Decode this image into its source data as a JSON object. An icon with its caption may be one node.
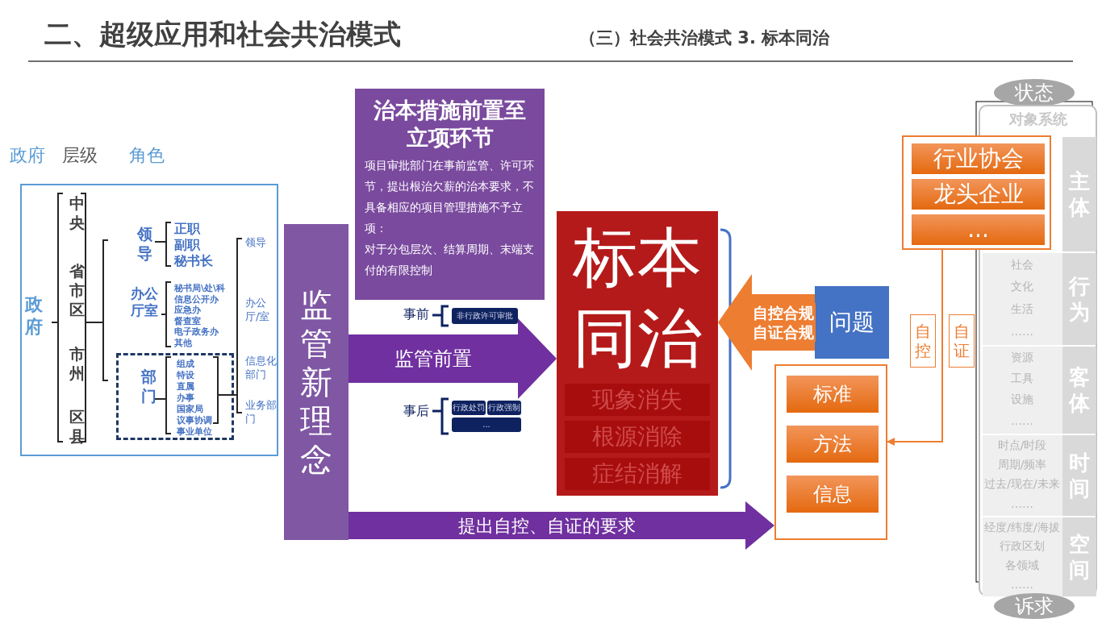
{
  "diagram": {
    "title": "二、超级应用和社会共治模式",
    "nodes": [
      {
        "text": [
          "政府",
          "中央",
          "省市区",
          "市州",
          "区县",
          "领导",
          "正职",
          "副职",
          "秘书长",
          "办公厅室",
          "秘书局\\处\\科",
          "信息公开办",
          "应急办",
          "督查室",
          "电子政务办",
          "其他",
          "领导",
          "办公厅/室",
          "信息化部门",
          "业务部门"
        ]
      },
      {
        "text": [
          "部门",
          "组成",
          "特设",
          "直属",
          "办事",
          "国家局",
          "议事协调",
          "事业单位"
        ],
        "in": 0
      },
      {
        "text": [
          "监管新理念"
        ]
      },
      {
        "text": [
          "治本措施前置至立项环节",
          "项目审批部门在事前监管、许可环节，提出根治欠薪的治本要求，不具备相应的项目管理措施不予立项：",
          "对于分包层次、结算周期、末端支付的有限控制"
        ]
      },
      {
        "text": [
          "非行政许可审批"
        ]
      },
      {
        "text": [
          "行政处罚"
        ]
      },
      {
        "text": [
          "行政强制"
        ]
      },
      {
        "text": [
          "..."
        ]
      },
      {
        "text": [
          "标本同治"
        ]
      },
      {
        "text": [
          "现象消失"
        ],
        "in": 8
      },
      {
        "text": [
          "根源消除"
        ],
        "in": 8
      },
      {
        "text": [
          "症结消解"
        ],
        "in": 8
      },
      {
        "text": [
          "问题"
        ]
      },
      {
        "text": [],
        "shape": "box"
      },
      {
        "text": [
          "标准"
        ],
        "in": 13
      },
      {
        "text": [
          "方法"
        ],
        "in": 13
      },
      {
        "text": [
          "信息"
        ],
        "in": 13
      },
      {
        "text": [
          "状态"
        ]
      },
      {
        "text": [
          "对象系统"
        ]
      },
      {
        "text": [
          "主体"
        ],
        "in": 18
      },
      {
        "text": [
          "行为",
          "社会",
          "文化",
          "生活",
          "……"
        ],
        "in": 18
      },
      {
        "text": [
          "客体",
          "资源",
          "工具",
          "设施",
          "……"
        ],
        "in": 18
      },
      {
        "text": [
          "时间",
          "时点/时段",
          "周期/频率",
          "过去/现在/未来",
          "……"
        ],
        "in": 18
      },
      {
        "text": [
          "空间",
          "经度/纬度/海拔",
          "行政区划",
          "各领域",
          "……"
        ],
        "in": 18
      },
      {
        "text": [
          "诉求"
        ]
      },
      {
        "text": [],
        "shape": "box"
      },
      {
        "text": [
          "行业协会"
        ],
        "in": 25
      },
      {
        "text": [
          "龙头企业"
        ],
        "in": 25
      },
      {
        "text": [
          "..."
        ],
        "in": 25
      },
      {
        "text": [
          "自控"
        ]
      },
      {
        "text": [
          "自证"
        ]
      }
    ],
    "edges": [
      {
        "from": 2,
        "to": 8,
        "arrow": "to",
        "label": "监管前置",
        "style": "thick"
      },
      {
        "from": 2,
        "to": 13,
        "arrow": "to",
        "label": "提出自控、自证的要求",
        "style": "thick"
      },
      {
        "from": 12,
        "to": 8,
        "arrow": "to",
        "label": "自控合规自证合规",
        "style": "thick",
        "color": "#ed7d31"
      },
      {
        "from": 25,
        "to": 13,
        "arrow": "to",
        "color": "#ed7d31"
      }
    ],
    "labels": [
      "（三）社会共治模式 3. 标本同治",
      "政府",
      "层级",
      "角色",
      "事前",
      "事后"
    ]
  }
}
